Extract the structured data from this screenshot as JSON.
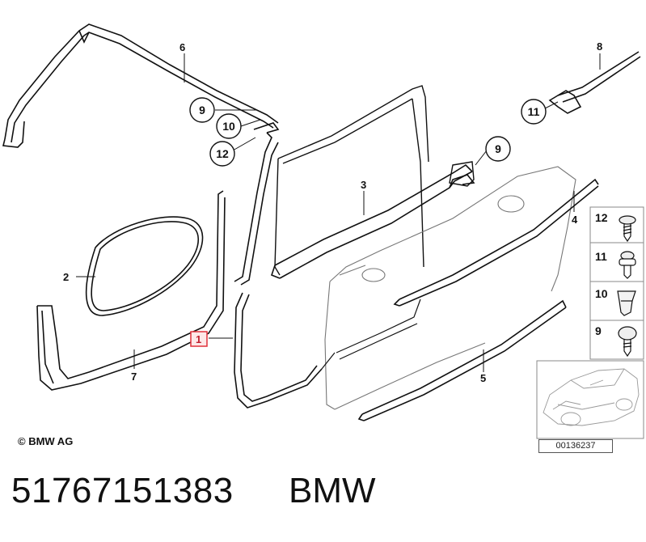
{
  "labels": {
    "l1": "1",
    "l2": "2",
    "l3": "3",
    "l4": "4",
    "l5": "5",
    "l6": "6",
    "l7": "7",
    "l8": "8",
    "c9a": "9",
    "c10": "10",
    "c12": "12",
    "c9b": "9",
    "c11": "11"
  },
  "fasteners": [
    "12",
    "11",
    "10",
    "9"
  ],
  "copyright": "© BMW AG",
  "image_code": "00136237",
  "part_number": "51767151383",
  "brand": "BMW",
  "colors": {
    "highlight": "#e0303a",
    "line": "#111111"
  }
}
